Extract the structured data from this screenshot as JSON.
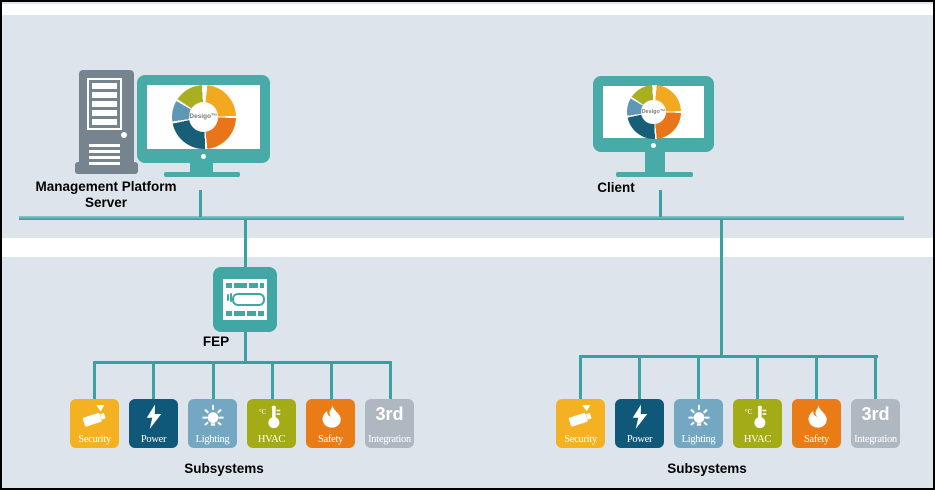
{
  "page": {
    "background": "#dee4eb",
    "accent_teal": "#41a7a4",
    "server_gray": "#76848f"
  },
  "server": {
    "label_line1": "Management Platform",
    "label_line2": "Server",
    "screen_brand": "Desigo™"
  },
  "client": {
    "label": "Client",
    "screen_brand": "Desigo™"
  },
  "fep": {
    "label": "FEP"
  },
  "subsystems": {
    "title_left": "Subsystems",
    "title_right": "Subsystems",
    "items": [
      {
        "label": "Security",
        "color": "#f4b223",
        "icon": "cctv-camera"
      },
      {
        "label": "Power",
        "color": "#10587a",
        "icon": "lightning-bolt"
      },
      {
        "label": "Lighting",
        "color": "#74a7c2",
        "icon": "light-bulb"
      },
      {
        "label": "HVAC",
        "color": "#a3ab16",
        "icon": "thermometer"
      },
      {
        "label": "Safety",
        "color": "#e97c16",
        "icon": "flame"
      },
      {
        "label": "Integration",
        "color": "#afb8c0",
        "icon": "third-party-text",
        "big_text": "3rd"
      }
    ]
  },
  "desigo_wheel": {
    "center_label": "Desigo™",
    "segments": [
      {
        "name": "top-right",
        "color": "#f2a91f",
        "from": 6,
        "to": 88
      },
      {
        "name": "right",
        "color": "#e8751a",
        "from": 92,
        "to": 174
      },
      {
        "name": "bottom",
        "color": "#185e77",
        "from": 178,
        "to": 258
      },
      {
        "name": "left",
        "color": "#5f98b6",
        "from": 262,
        "to": 300
      },
      {
        "name": "top-left",
        "color": "#a8b021",
        "from": 304,
        "to": 356
      }
    ]
  }
}
